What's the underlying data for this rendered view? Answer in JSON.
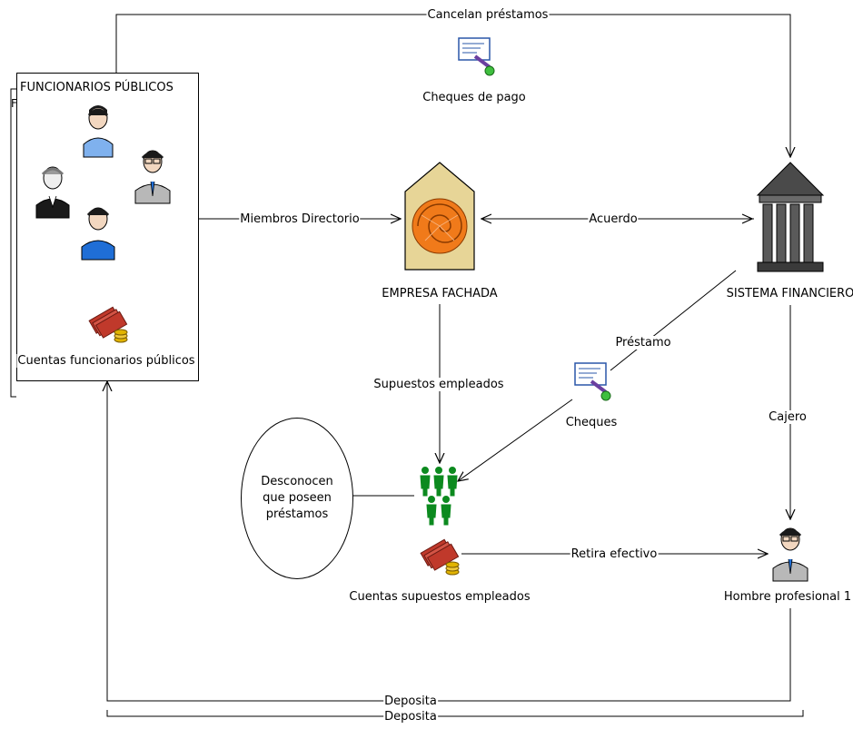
{
  "colors": {
    "line": "#000000",
    "person_blue": "#1f6ed6",
    "person_light_blue": "#7fb1ee",
    "person_black": "#1a1a1a",
    "person_grey": "#9a9a9a",
    "group_green": "#0c8a1f",
    "house_tan": "#e7d597",
    "shell_orange": "#f07a1a",
    "bank_grey": "#4a4a4a",
    "money_red": "#c0392b",
    "coin_gold": "#e2b400"
  },
  "nodes": {
    "funcionarios": {
      "title": "FUNCIONARIOS PÚBLICOS",
      "side_tab": "F"
    },
    "cuentas_funcionarios": {
      "label": "Cuentas funcionarios públicos",
      "icon": "money-stack-icon"
    },
    "cheques_pago": {
      "label": "Cheques de pago",
      "icon": "check-signing-icon"
    },
    "empresa": {
      "label": "EMPRESA FACHADA",
      "icon": "shell-house-icon"
    },
    "sistema": {
      "label": "SISTEMA FINANCIERO",
      "icon": "bank-building-icon"
    },
    "cheques": {
      "label": "Cheques",
      "icon": "check-signing-icon"
    },
    "empleados": {
      "label": "Cuentas supuestos empleados",
      "icon": "people-group-icon"
    },
    "desconocen": {
      "line1": "Desconocen",
      "line2": "que poseen",
      "line3": "préstamos"
    },
    "hombre": {
      "label": "Hombre profesional 1",
      "icon": "man-glasses-icon"
    }
  },
  "edges": {
    "cancelan": "Cancelan préstamos",
    "miembros": "Miembros Directorio",
    "acuerdo": "Acuerdo",
    "prestamo": "Préstamo",
    "supuestos": "Supuestos empleados",
    "cajero": "Cajero",
    "retira": "Retira efectivo",
    "deposita1": "Deposita",
    "deposita2": "Deposita"
  }
}
